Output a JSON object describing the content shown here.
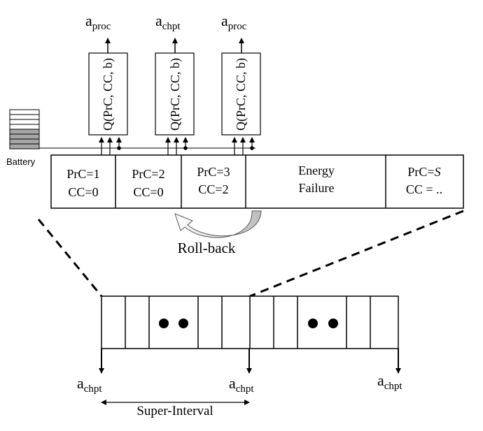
{
  "outputs": [
    {
      "base": "a",
      "sub": "proc"
    },
    {
      "base": "a",
      "sub": "chpt"
    },
    {
      "base": "a",
      "sub": "proc"
    }
  ],
  "q_box_label": "Q(PrC, CC, b)",
  "battery_label": "Battery",
  "timeline_cells": [
    {
      "line1": "PrC=1",
      "line2": "CC=0"
    },
    {
      "line1": "PrC=2",
      "line2": "CC=0"
    },
    {
      "line1": "PrC=3",
      "line2": "CC=2"
    },
    {
      "line1": "Energy",
      "line2": "Failure"
    },
    {
      "line1": "PrC=",
      "line1_italic": "S",
      "line2": "CC = .."
    }
  ],
  "rollback_label": "Roll-back",
  "bottom_labels": [
    {
      "base": "a",
      "sub": "chpt"
    },
    {
      "base": "a",
      "sub": "chpt"
    },
    {
      "base": "a",
      "sub": "chpt"
    }
  ],
  "super_interval_label": "Super-Interval",
  "colors": {
    "line": "#000000",
    "arrow_fill": "#e6e6e6",
    "battery_fill": "#a6a6a6"
  }
}
